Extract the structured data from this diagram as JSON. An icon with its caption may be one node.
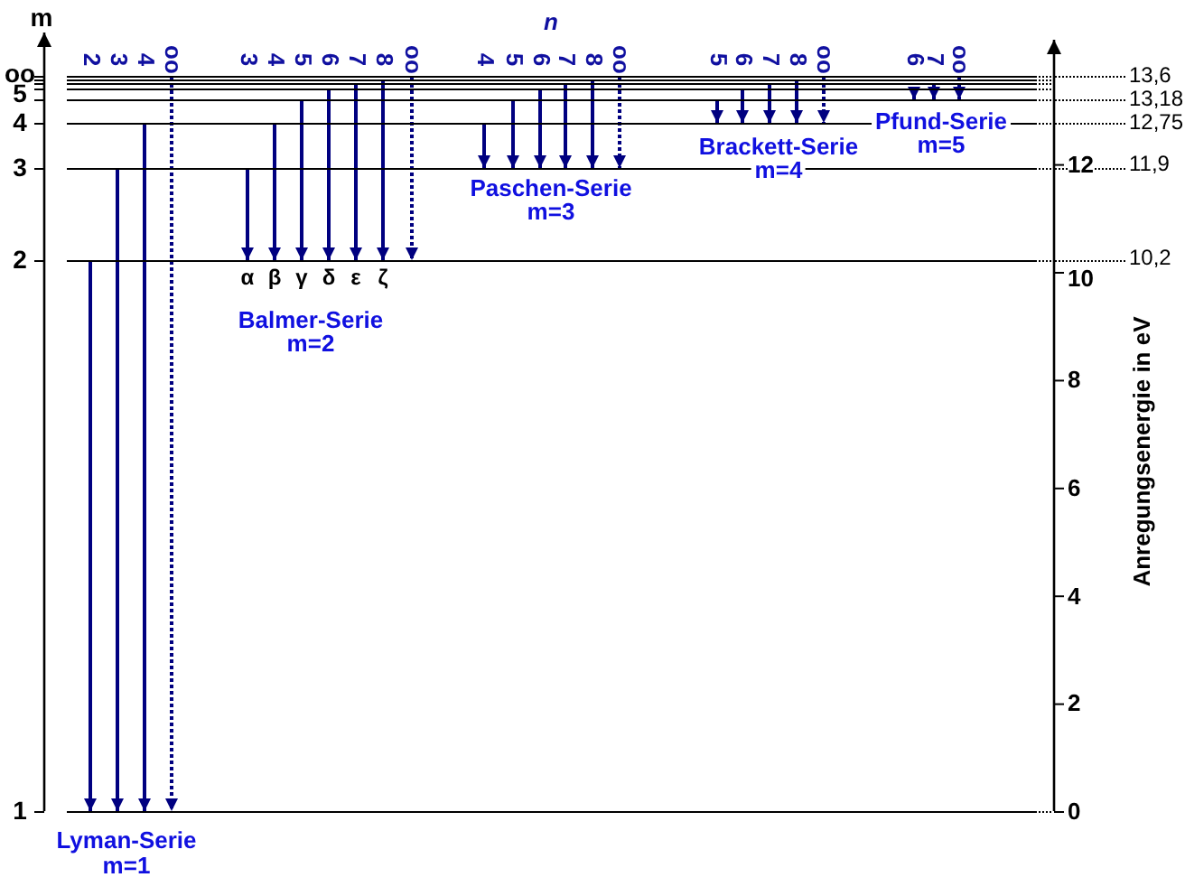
{
  "diagram": {
    "nodes": [
      {
        "text": [],
        "shape": "bar",
        "beside": [
          "oo"
        ]
      },
      {
        "text": [],
        "shape": "bar"
      },
      {
        "text": [],
        "shape": "bar"
      },
      {
        "text": [],
        "shape": "bar"
      },
      {
        "text": [],
        "shape": "bar",
        "beside": [
          "5"
        ]
      },
      {
        "text": [],
        "shape": "bar",
        "beside": [
          "4"
        ]
      },
      {
        "text": [],
        "shape": "bar",
        "beside": [
          "3"
        ]
      },
      {
        "text": [],
        "shape": "bar",
        "beside": [
          "2"
        ]
      },
      {
        "text": [],
        "shape": "bar",
        "beside": [
          "1"
        ]
      }
    ],
    "edges": [
      {
        "from": 7,
        "to": 8,
        "arrow": "to"
      },
      {
        "from": 6,
        "to": 8,
        "arrow": "to"
      },
      {
        "from": 5,
        "to": 8,
        "arrow": "to"
      },
      {
        "from": 0,
        "to": 8,
        "arrow": "to",
        "style": "dashed"
      },
      {
        "from": 6,
        "to": 7,
        "arrow": "to"
      },
      {
        "from": 5,
        "to": 7,
        "arrow": "to"
      },
      {
        "from": 4,
        "to": 7,
        "arrow": "to"
      },
      {
        "from": 3,
        "to": 7,
        "arrow": "to"
      },
      {
        "from": 2,
        "to": 7,
        "arrow": "to"
      },
      {
        "from": 1,
        "to": 7,
        "arrow": "to"
      },
      {
        "from": 0,
        "to": 7,
        "arrow": "to",
        "style": "dashed"
      },
      {
        "from": 5,
        "to": 6,
        "arrow": "to"
      },
      {
        "from": 4,
        "to": 6,
        "arrow": "to"
      },
      {
        "from": 3,
        "to": 6,
        "arrow": "to"
      },
      {
        "from": 2,
        "to": 6,
        "arrow": "to"
      },
      {
        "from": 1,
        "to": 6,
        "arrow": "to"
      },
      {
        "from": 0,
        "to": 6,
        "arrow": "to",
        "style": "dashed"
      },
      {
        "from": 4,
        "to": 5,
        "arrow": "to"
      },
      {
        "from": 3,
        "to": 5,
        "arrow": "to"
      },
      {
        "from": 2,
        "to": 5,
        "arrow": "to"
      },
      {
        "from": 1,
        "to": 5,
        "arrow": "to"
      },
      {
        "from": 0,
        "to": 5,
        "arrow": "to",
        "style": "dashed"
      },
      {
        "from": 3,
        "to": 4,
        "arrow": "to"
      },
      {
        "from": 2,
        "to": 4,
        "arrow": "to"
      },
      {
        "from": 0,
        "to": 4,
        "arrow": "to",
        "style": "dashed"
      }
    ],
    "labels": [
      "m",
      "n",
      "2",
      "3",
      "4",
      "oo",
      "3",
      "4",
      "5",
      "6",
      "7",
      "8",
      "oo",
      "4",
      "5",
      "6",
      "7",
      "8",
      "oo",
      "5",
      "6",
      "7",
      "8",
      "oo",
      "6",
      "7",
      "oo",
      "α",
      "β",
      "γ",
      "δ",
      "ε",
      "ζ",
      "Lyman-Serie",
      "m=1",
      "Balmer-Serie",
      "m=2",
      "Paschen-Serie",
      "m=3",
      "Brackett-Serie",
      "m=4",
      "Pfund-Serie",
      "m=5",
      "12",
      "10",
      "8",
      "6",
      "4",
      "2",
      "0",
      "Anregungsenergie in eV",
      "13,6",
      "13,18",
      "12,75",
      "11,9",
      "10,2"
    ]
  }
}
